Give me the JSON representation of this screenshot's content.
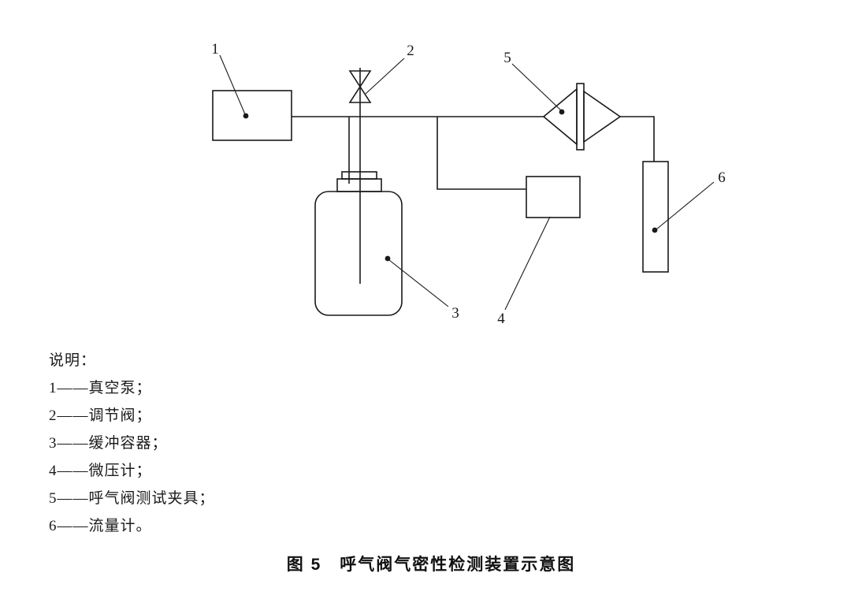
{
  "figure": {
    "caption": "图 5　呼气阀气密性检测装置示意图",
    "legend": {
      "title": "说明：",
      "items": [
        "1——真空泵；",
        "2——调节阀；",
        "3——缓冲容器；",
        "4——微压计；",
        "5——呼气阀测试夹具；",
        "6——流量计。"
      ]
    },
    "callouts": {
      "vacuum_pump": "1",
      "regulating_valve": "2",
      "buffer_container": "3",
      "micro_manometer": "4",
      "test_fixture": "5",
      "flowmeter": "6"
    },
    "colors": {
      "line": "#1a1a1a",
      "background": "#ffffff"
    }
  }
}
